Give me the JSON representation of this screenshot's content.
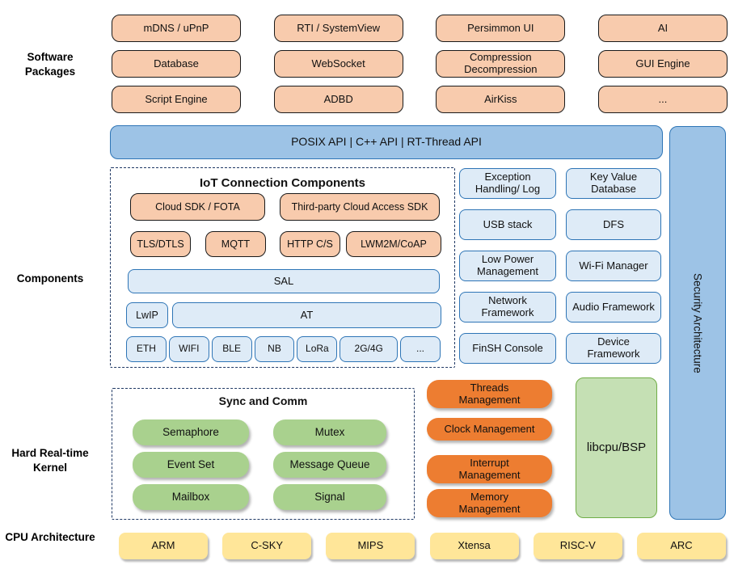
{
  "section_labels": {
    "software_packages": "Software Packages",
    "components": "Components",
    "kernel": "Hard Real-time Kernel",
    "cpu": "CPU Architecture"
  },
  "software_packages": {
    "rows": [
      [
        "mDNS / uPnP",
        "RTI / SystemView",
        "Persimmon UI",
        "AI"
      ],
      [
        "Database",
        "WebSocket",
        "Compression Decompression",
        "GUI Engine"
      ],
      [
        "Script Engine",
        "ADBD",
        "AirKiss",
        "..."
      ]
    ]
  },
  "api_bar": {
    "label": "POSIX API | C++ API | RT-Thread API"
  },
  "security_bar": {
    "label": "Security Architecture"
  },
  "iot": {
    "title": "IoT Connection Components",
    "cloud_sdk": "Cloud SDK / FOTA",
    "third_party": "Third-party Cloud Access SDK",
    "protocols": [
      "TLS/DTLS",
      "MQTT",
      "HTTP C/S",
      "LWM2M/CoAP"
    ],
    "sal": "SAL",
    "lwip": "LwIP",
    "at": "AT",
    "links": [
      "ETH",
      "WIFI",
      "BLE",
      "NB",
      "LoRa",
      "2G/4G",
      "..."
    ]
  },
  "components": {
    "items": [
      "Exception Handling/ Log",
      "Key Value Database",
      "USB stack",
      "DFS",
      "Low Power Management",
      "Wi-Fi Manager",
      "Network Framework",
      "Audio Framework",
      "FinSH Console",
      "Device Framework"
    ]
  },
  "kernel": {
    "sync_title": "Sync and Comm",
    "sync_items": [
      "Semaphore",
      "Mutex",
      "Event Set",
      "Message Queue",
      "Mailbox",
      "Signal"
    ],
    "management_items": [
      "Threads Management",
      "Clock Management",
      "Interrupt Management",
      "Memory Management"
    ],
    "libcpu": "libcpu/BSP"
  },
  "cpu_architectures": [
    "ARM",
    "C-SKY",
    "MIPS",
    "Xtensa",
    "RISC-V",
    "ARC"
  ],
  "palette": {
    "package_fill": "#F8CBAD",
    "api_fill": "#9DC3E6",
    "api_border": "#2E75B6",
    "component_fill": "#DEEBF7",
    "component_border": "#2E75B6",
    "dash_border": "#1F3864",
    "sync_fill": "#A9D18E",
    "management_fill": "#ED7D31",
    "libcpu_fill": "#C5E0B4",
    "cpu_fill": "#FFE699"
  }
}
